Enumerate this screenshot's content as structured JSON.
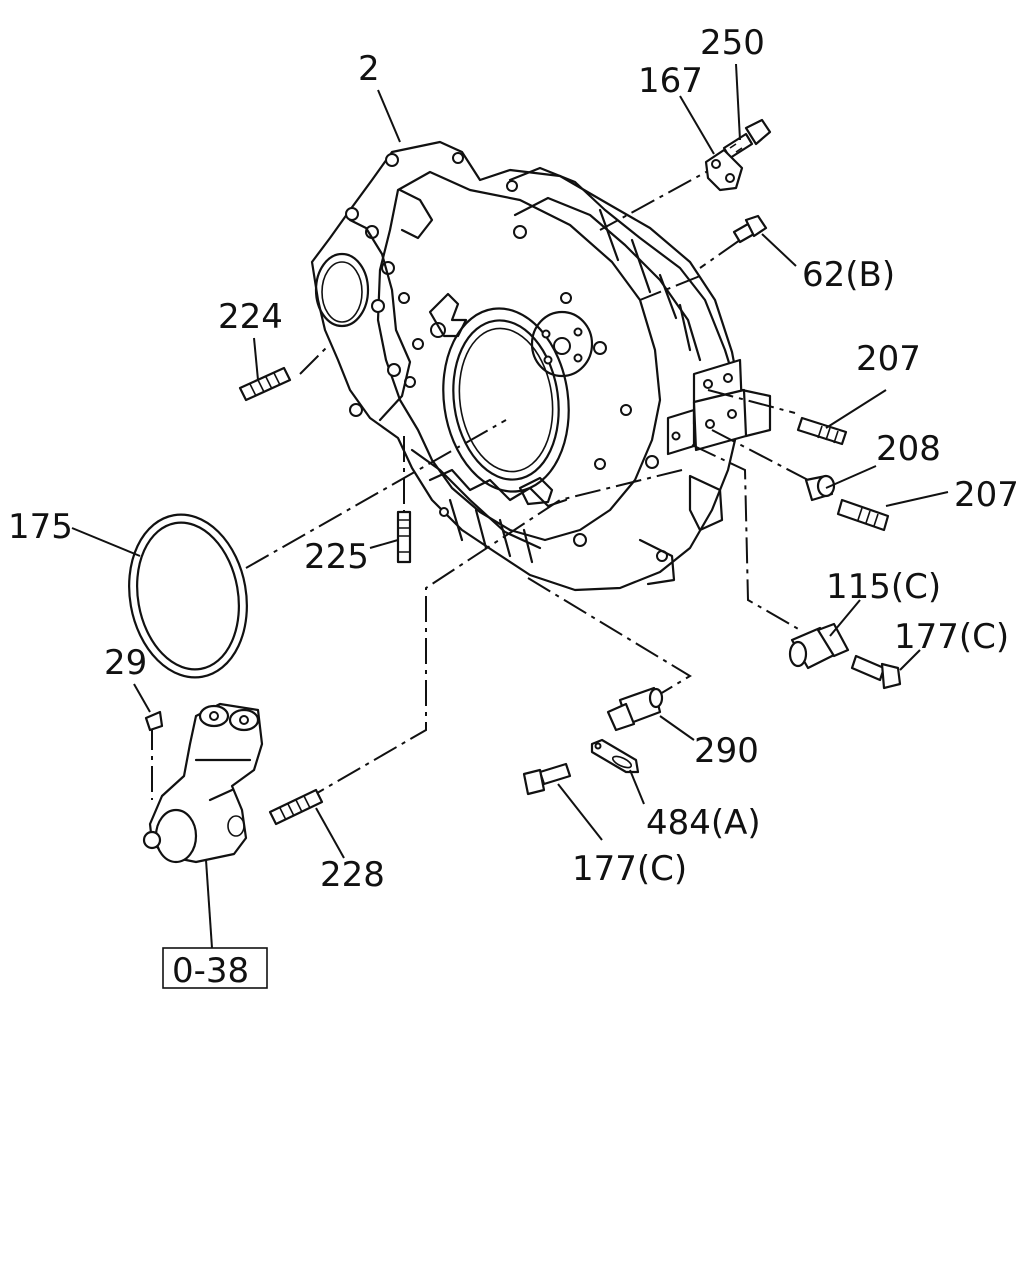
{
  "callouts": {
    "c2": "2",
    "c250": "250",
    "c167": "167",
    "c62b": "62(B)",
    "c224": "224",
    "c207a": "207",
    "c208": "208",
    "c207b": "207",
    "c175": "175",
    "c225": "225",
    "c115c": "115(C)",
    "c177c_a": "177(C)",
    "c29": "29",
    "c290": "290",
    "c484a": "484(A)",
    "c228": "228",
    "c177c_b": "177(C)",
    "ref": "0-38"
  }
}
